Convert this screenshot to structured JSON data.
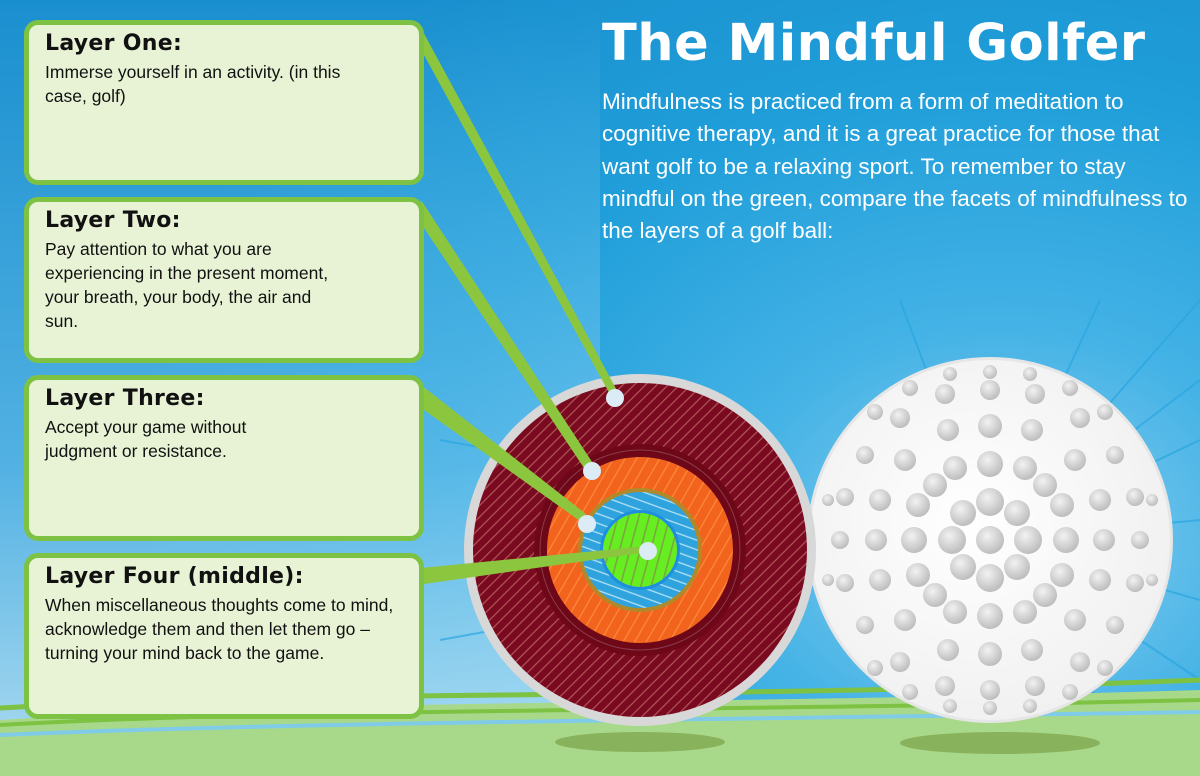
{
  "header": {
    "title": "The Mindful Golfer",
    "intro": "Mindfulness is practiced from a form of meditation to cognitive therapy, and it is a great practice for those that want golf to be a relaxing sport. To remember to stay mindful on the green, compare the facets of mindfulness to the layers of a golf ball:"
  },
  "layers": [
    {
      "title": "Layer One:",
      "text": "Immerse yourself in an activity. (in this case, golf)",
      "ring_color": "#7a0a1f"
    },
    {
      "title": "Layer Two:",
      "text": "Pay attention to what you are experiencing in the present moment, your breath, your body, the air and sun.",
      "ring_color": "#f2641e"
    },
    {
      "title": "Layer Three:",
      "text": "Accept your game without judgment or resistance.",
      "ring_color": "#2ea3dd"
    },
    {
      "title": "Layer Four (middle):",
      "text": "When miscellaneous thoughts come to mind, acknowledge them and then let them go – turning your mind back to the game.",
      "ring_color": "#66ee22"
    }
  ],
  "colors": {
    "callout_bg": "#e8f3d6",
    "callout_border": "#7dc242",
    "sky": "#1f9ed9",
    "grass": "#a8d98a"
  }
}
